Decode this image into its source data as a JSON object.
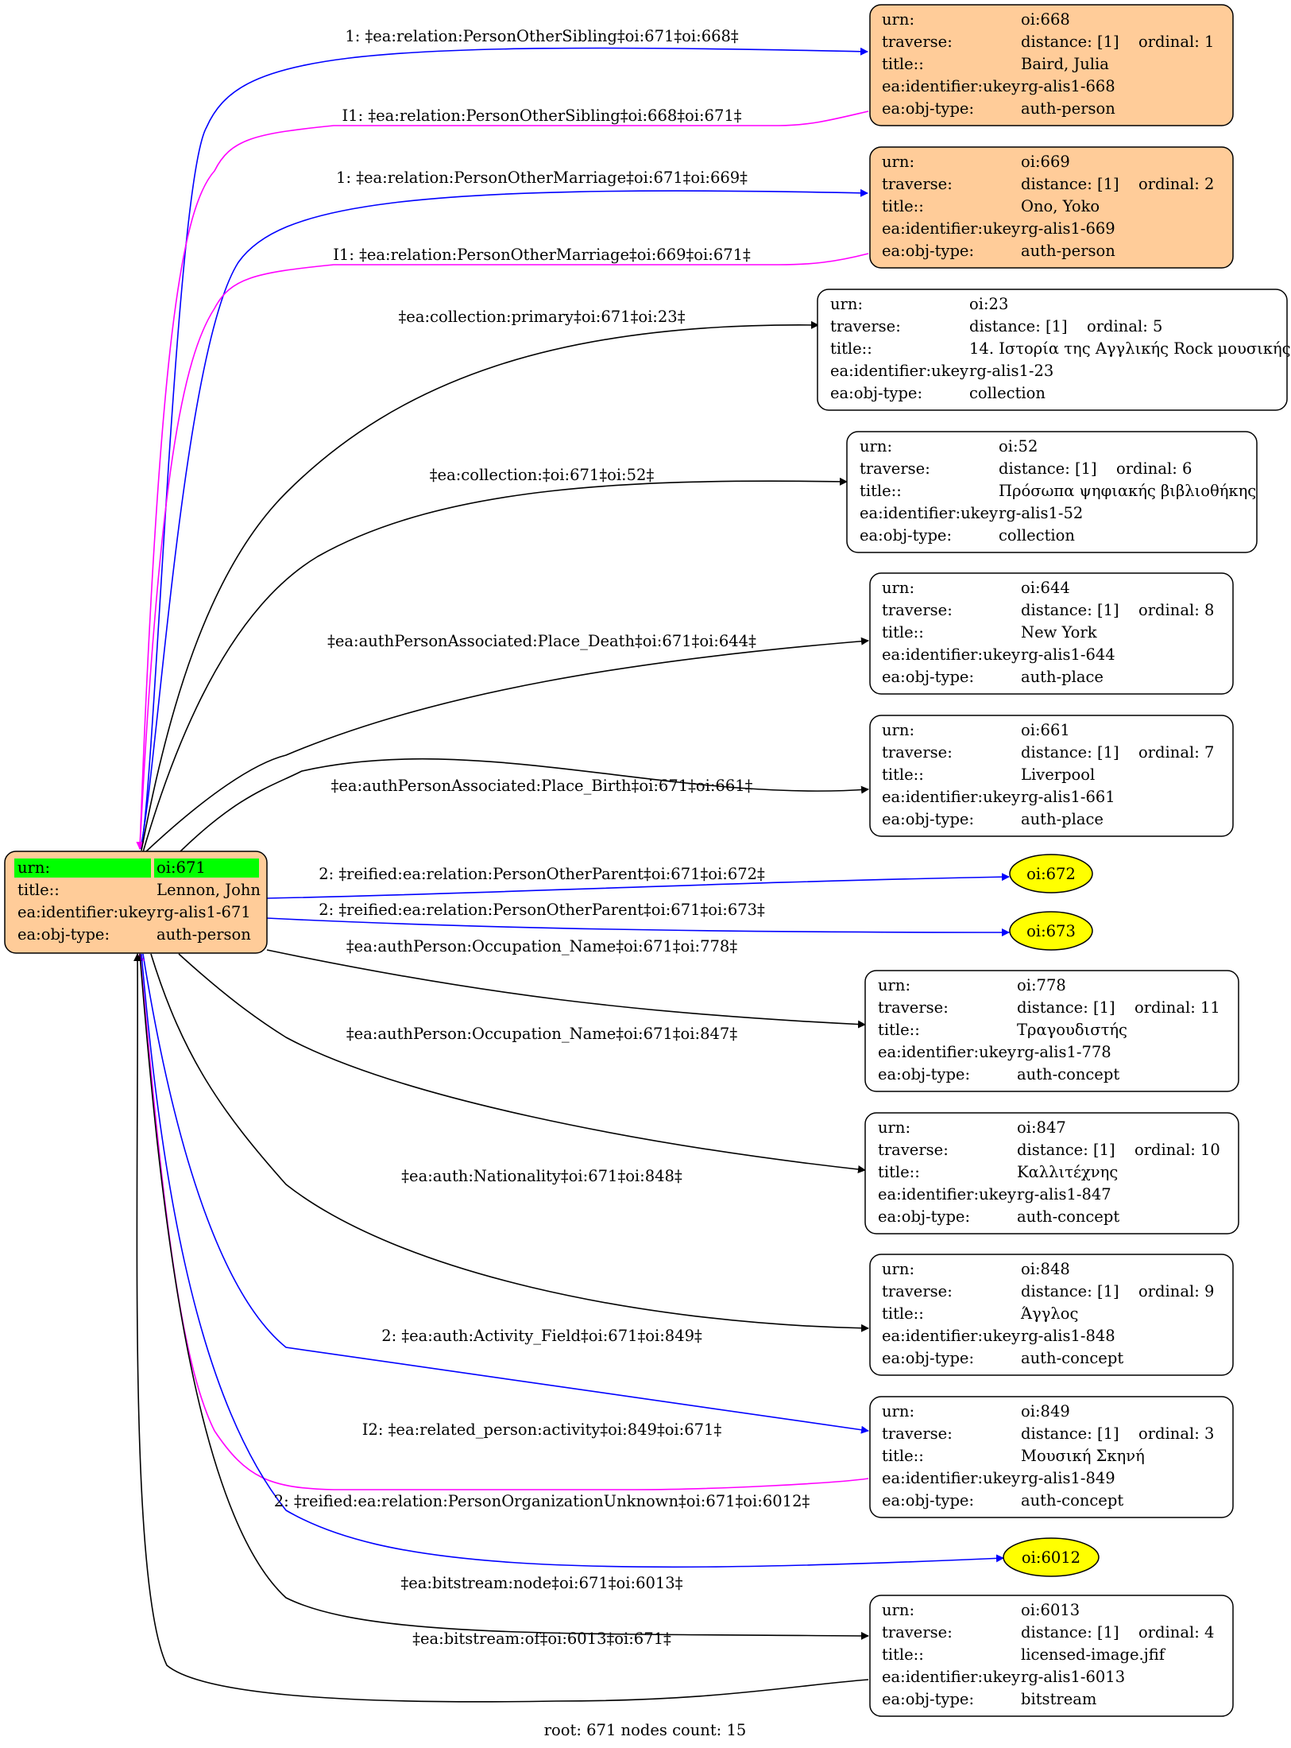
{
  "colors": {
    "blue": "#0000ff",
    "magenta": "#ff00ff",
    "black": "#000000",
    "orange_fill": "#ffcc99",
    "yellow_fill": "#ffff00",
    "green_highlight": "#00ff00",
    "white": "#ffffff"
  },
  "root": {
    "rows": [
      {
        "k": "urn:",
        "v": "oi:671"
      },
      {
        "k": "title::",
        "v": "Lennon, John"
      },
      {
        "k": "ea:identifier:ukey",
        "v": "rg-alis1-671"
      },
      {
        "k": "ea:obj-type:",
        "v": "auth-person"
      }
    ]
  },
  "nodes": [
    {
      "id": "668",
      "urn": "oi:668",
      "distance": "distance: [1]",
      "ordinal": "ordinal: 1",
      "title": "Baird, Julia",
      "ukey": "rg-alis1-668",
      "type": "auth-person",
      "fill": "orange"
    },
    {
      "id": "669",
      "urn": "oi:669",
      "distance": "distance: [1]",
      "ordinal": "ordinal: 2",
      "title": "Ono, Yoko",
      "ukey": "rg-alis1-669",
      "type": "auth-person",
      "fill": "orange"
    },
    {
      "id": "23",
      "urn": "oi:23",
      "distance": "distance: [1]",
      "ordinal": "ordinal: 5",
      "title": "14. Ιστορία της Αγγλικής Rock μουσικής",
      "ukey": "rg-alis1-23",
      "type": "collection",
      "fill": "white"
    },
    {
      "id": "52",
      "urn": "oi:52",
      "distance": "distance: [1]",
      "ordinal": "ordinal: 6",
      "title": "Πρόσωπα ψηφιακής βιβλιοθήκης",
      "ukey": "rg-alis1-52",
      "type": "collection",
      "fill": "white"
    },
    {
      "id": "644",
      "urn": "oi:644",
      "distance": "distance: [1]",
      "ordinal": "ordinal: 8",
      "title": "New York",
      "ukey": "rg-alis1-644",
      "type": "auth-place",
      "fill": "white"
    },
    {
      "id": "661",
      "urn": "oi:661",
      "distance": "distance: [1]",
      "ordinal": "ordinal: 7",
      "title": "Liverpool",
      "ukey": "rg-alis1-661",
      "type": "auth-place",
      "fill": "white"
    },
    {
      "id": "778",
      "urn": "oi:778",
      "distance": "distance: [1]",
      "ordinal": "ordinal: 11",
      "title": "Τραγουδιστής",
      "ukey": "rg-alis1-778",
      "type": "auth-concept",
      "fill": "white"
    },
    {
      "id": "847",
      "urn": "oi:847",
      "distance": "distance: [1]",
      "ordinal": "ordinal: 10",
      "title": "Καλλιτέχνης",
      "ukey": "rg-alis1-847",
      "type": "auth-concept",
      "fill": "white"
    },
    {
      "id": "848",
      "urn": "oi:848",
      "distance": "distance: [1]",
      "ordinal": "ordinal: 9",
      "title": "Άγγλος",
      "ukey": "rg-alis1-848",
      "type": "auth-concept",
      "fill": "white"
    },
    {
      "id": "849",
      "urn": "oi:849",
      "distance": "distance: [1]",
      "ordinal": "ordinal: 3",
      "title": "Μουσική Σκηνή",
      "ukey": "rg-alis1-849",
      "type": "auth-concept",
      "fill": "white"
    },
    {
      "id": "6013",
      "urn": "oi:6013",
      "distance": "distance: [1]",
      "ordinal": "ordinal: 4",
      "title": "licensed-image.jfif",
      "ukey": "rg-alis1-6013",
      "type": "bitstream",
      "fill": "white"
    }
  ],
  "row_keys": [
    "urn:",
    "traverse:",
    "title::",
    "ea:identifier:ukey",
    "ea:obj-type:"
  ],
  "ellipses": [
    {
      "id": "672",
      "label": "oi:672"
    },
    {
      "id": "673",
      "label": "oi:673"
    },
    {
      "id": "6012",
      "label": "oi:6012"
    }
  ],
  "edges": [
    {
      "id": "e1",
      "label": "1: ‡ea:relation:PersonOtherSibling‡oi:671‡oi:668‡",
      "color": "blue"
    },
    {
      "id": "e2",
      "label": "I1: ‡ea:relation:PersonOtherSibling‡oi:668‡oi:671‡",
      "color": "magenta"
    },
    {
      "id": "e3",
      "label": "1: ‡ea:relation:PersonOtherMarriage‡oi:671‡oi:669‡",
      "color": "blue"
    },
    {
      "id": "e4",
      "label": "I1: ‡ea:relation:PersonOtherMarriage‡oi:669‡oi:671‡",
      "color": "magenta"
    },
    {
      "id": "e5",
      "label": "‡ea:collection:primary‡oi:671‡oi:23‡",
      "color": "black"
    },
    {
      "id": "e6",
      "label": "‡ea:collection:‡oi:671‡oi:52‡",
      "color": "black"
    },
    {
      "id": "e7",
      "label": "‡ea:authPersonAssociated:Place_Death‡oi:671‡oi:644‡",
      "color": "black"
    },
    {
      "id": "e8",
      "label": "‡ea:authPersonAssociated:Place_Birth‡oi:671‡oi:661‡",
      "color": "black"
    },
    {
      "id": "e9",
      "label": "2: ‡reified:ea:relation:PersonOtherParent‡oi:671‡oi:672‡",
      "color": "blue"
    },
    {
      "id": "e10",
      "label": "2: ‡reified:ea:relation:PersonOtherParent‡oi:671‡oi:673‡",
      "color": "blue"
    },
    {
      "id": "e11",
      "label": "‡ea:authPerson:Occupation_Name‡oi:671‡oi:778‡",
      "color": "black"
    },
    {
      "id": "e12",
      "label": "‡ea:authPerson:Occupation_Name‡oi:671‡oi:847‡",
      "color": "black"
    },
    {
      "id": "e13",
      "label": "‡ea:auth:Nationality‡oi:671‡oi:848‡",
      "color": "black"
    },
    {
      "id": "e14",
      "label": "2: ‡ea:auth:Activity_Field‡oi:671‡oi:849‡",
      "color": "blue"
    },
    {
      "id": "e15",
      "label": "I2: ‡ea:related_person:activity‡oi:849‡oi:671‡",
      "color": "magenta"
    },
    {
      "id": "e16",
      "label": "2: ‡reified:ea:relation:PersonOrganizationUnknown‡oi:671‡oi:6012‡",
      "color": "blue"
    },
    {
      "id": "e17",
      "label": "‡ea:bitstream:node‡oi:671‡oi:6013‡",
      "color": "black"
    },
    {
      "id": "e18",
      "label": "‡ea:bitstream:of‡oi:6013‡oi:671‡",
      "color": "black"
    }
  ],
  "footer": "root: 671 nodes count: 15"
}
